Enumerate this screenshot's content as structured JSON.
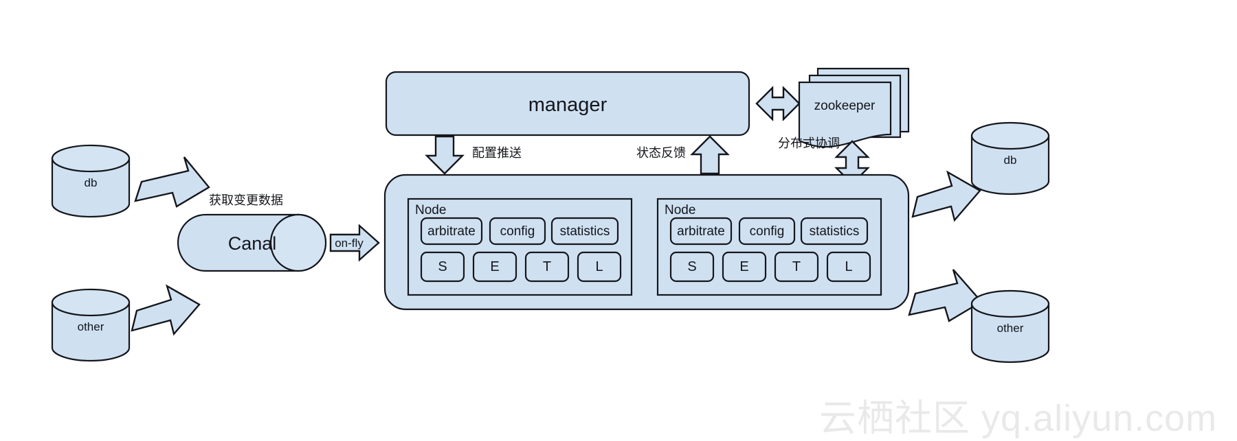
{
  "diagram": {
    "title": "Canal / Otter distributed data sync architecture",
    "colors": {
      "shape_fill": "#cfe0f1",
      "stroke": "#14161c",
      "background": "#ffffff",
      "watermark": "rgba(120,120,120,0.16)"
    }
  },
  "manager": {
    "label": "manager"
  },
  "zookeeper": {
    "label": "zookeeper",
    "stack_count": 3
  },
  "canal": {
    "label": "Canal",
    "input_label": "获取变更数据",
    "output_label": "on-fly"
  },
  "sources": [
    {
      "label": "db"
    },
    {
      "label": "other"
    }
  ],
  "targets": [
    {
      "label": "db"
    },
    {
      "label": "other"
    }
  ],
  "flows": {
    "config_push": "配置推送",
    "status_feedback": "状态反馈",
    "distributed_coordination": "分布式协调"
  },
  "nodes": [
    {
      "title": "Node",
      "modules": [
        "arbitrate",
        "config",
        "statistics"
      ],
      "stages": [
        "S",
        "E",
        "T",
        "L"
      ]
    },
    {
      "title": "Node",
      "modules": [
        "arbitrate",
        "config",
        "statistics"
      ],
      "stages": [
        "S",
        "E",
        "T",
        "L"
      ]
    }
  ],
  "watermark": {
    "text": "云栖社区 yq.aliyun.com"
  }
}
